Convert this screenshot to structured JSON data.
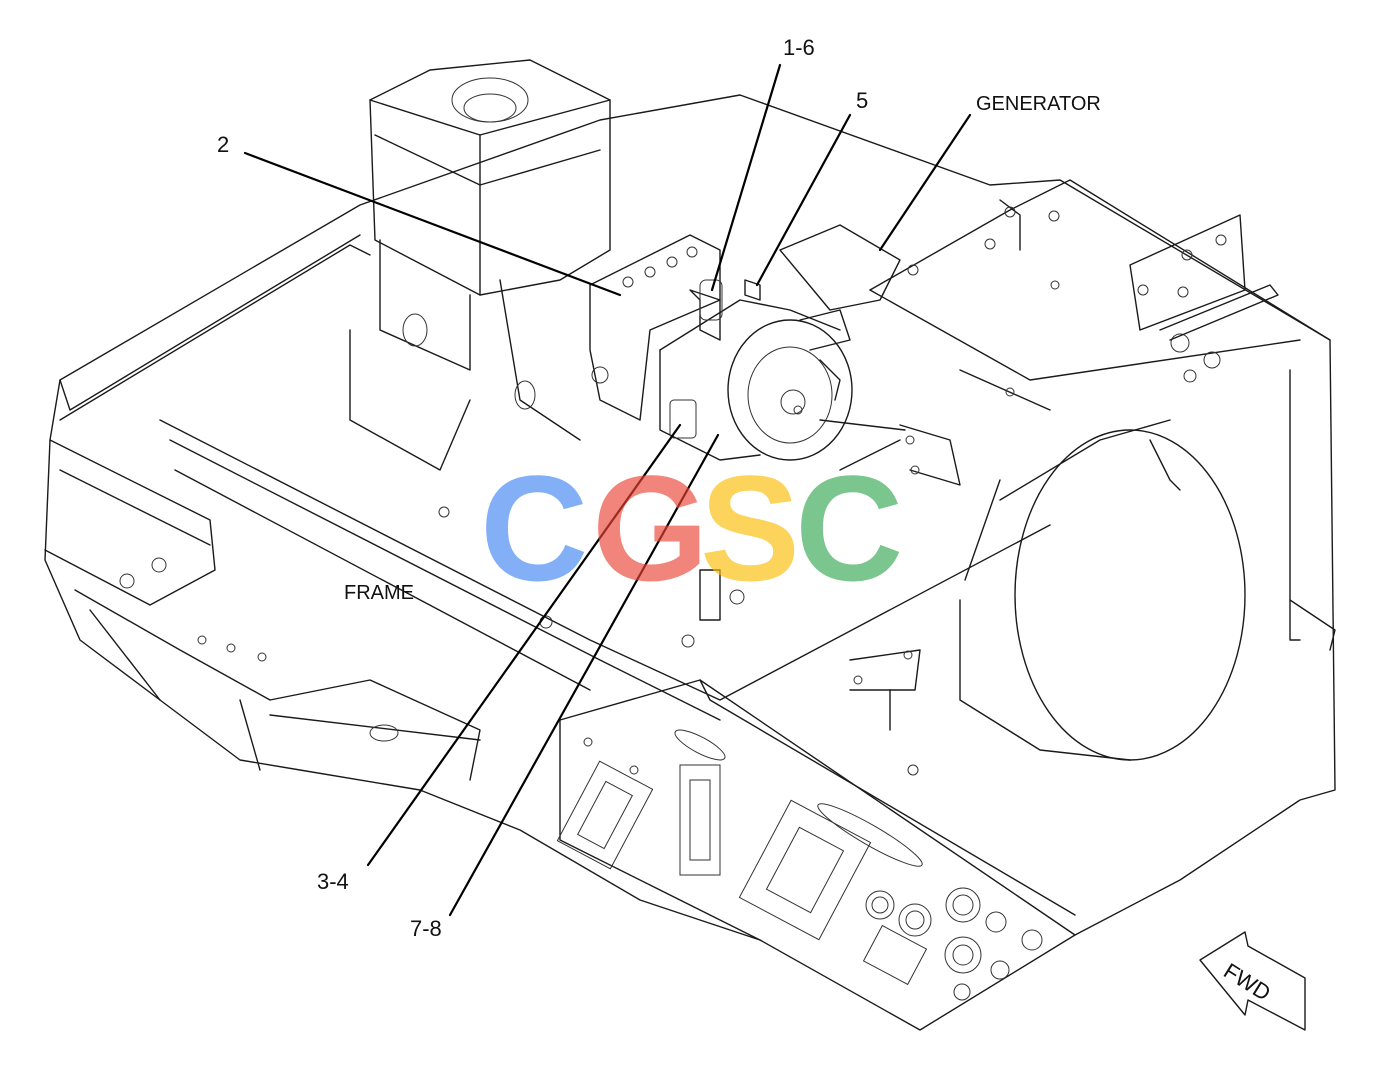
{
  "callouts": {
    "c16": "1-6",
    "c5": "5",
    "c2": "2",
    "c34": "3-4",
    "c78": "7-8"
  },
  "labels": {
    "generator": "GENERATOR",
    "frame": "FRAME",
    "fwd": "FWD"
  },
  "watermark": {
    "letters": [
      "C",
      "G",
      "S",
      "C"
    ],
    "colors": [
      "#4285F4",
      "#EA4335",
      "#FBBC05",
      "#34A853"
    ]
  }
}
